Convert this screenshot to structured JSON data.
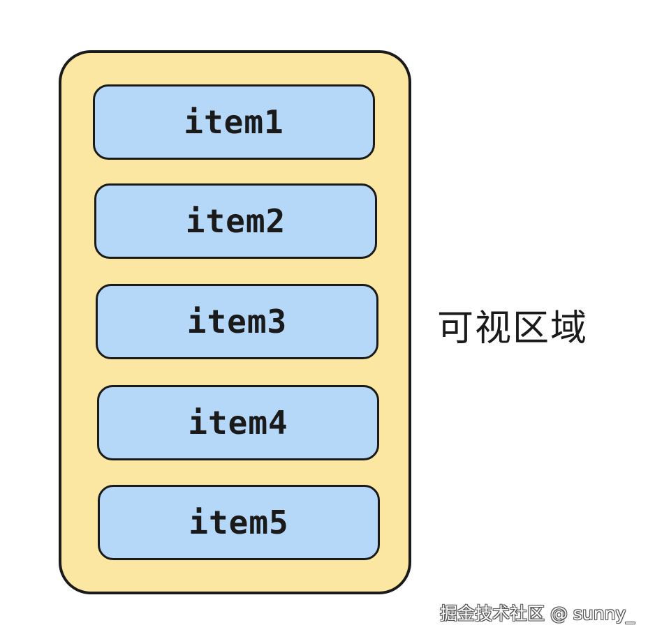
{
  "diagram": {
    "items": [
      {
        "label": "item1"
      },
      {
        "label": "item2"
      },
      {
        "label": "item3"
      },
      {
        "label": "item4"
      },
      {
        "label": "item5"
      }
    ],
    "viewport_label": "可视区域",
    "watermark": "掘金技术社区 @ sunny_"
  },
  "colors": {
    "viewport_fill": "#fbe7a1",
    "item_fill": "#b5d8f9",
    "stroke": "#1a1a1a"
  }
}
